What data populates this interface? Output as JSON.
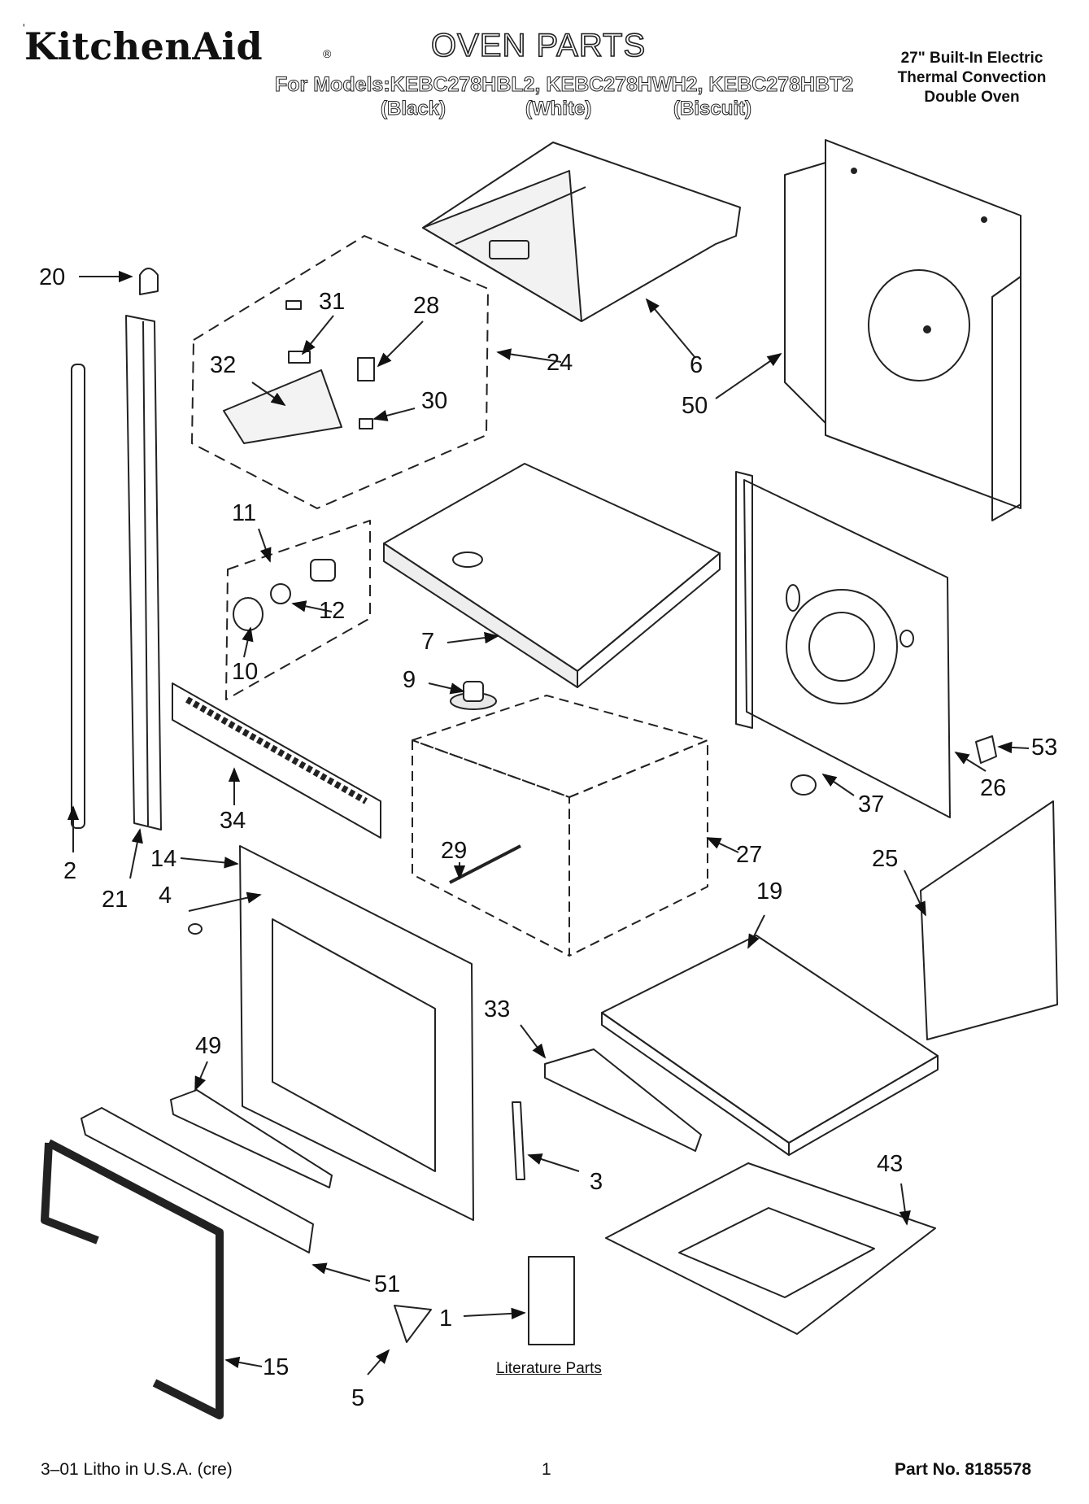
{
  "header": {
    "brand": "KitchenAid",
    "brand_symbol": "®",
    "title": "OVEN PARTS",
    "models_line": "For Models:KEBC278HBL2, KEBC278HWH2, KEBC278HBT2",
    "colors": [
      "(Black)",
      "(White)",
      "(Biscuit)"
    ],
    "description": [
      "27\" Built-In Electric",
      "Thermal Convection",
      "Double Oven"
    ]
  },
  "callouts": [
    {
      "id": "20",
      "label": "20"
    },
    {
      "id": "31",
      "label": "31"
    },
    {
      "id": "28",
      "label": "28"
    },
    {
      "id": "24",
      "label": "24"
    },
    {
      "id": "6",
      "label": "6"
    },
    {
      "id": "32",
      "label": "32"
    },
    {
      "id": "30",
      "label": "30"
    },
    {
      "id": "50",
      "label": "50"
    },
    {
      "id": "11",
      "label": "11"
    },
    {
      "id": "12",
      "label": "12"
    },
    {
      "id": "7",
      "label": "7"
    },
    {
      "id": "10",
      "label": "10"
    },
    {
      "id": "9",
      "label": "9"
    },
    {
      "id": "53",
      "label": "53"
    },
    {
      "id": "26",
      "label": "26"
    },
    {
      "id": "37",
      "label": "37"
    },
    {
      "id": "34",
      "label": "34"
    },
    {
      "id": "2",
      "label": "2"
    },
    {
      "id": "29",
      "label": "29"
    },
    {
      "id": "27",
      "label": "27"
    },
    {
      "id": "14",
      "label": "14"
    },
    {
      "id": "25",
      "label": "25"
    },
    {
      "id": "21",
      "label": "21"
    },
    {
      "id": "4",
      "label": "4"
    },
    {
      "id": "19",
      "label": "19"
    },
    {
      "id": "33",
      "label": "33"
    },
    {
      "id": "49",
      "label": "49"
    },
    {
      "id": "3",
      "label": "3"
    },
    {
      "id": "43",
      "label": "43"
    },
    {
      "id": "51",
      "label": "51"
    },
    {
      "id": "1",
      "label": "1"
    },
    {
      "id": "15",
      "label": "15"
    },
    {
      "id": "5",
      "label": "5"
    }
  ],
  "literature_label": "Literature Parts",
  "footer": {
    "litho": "3–01 Litho in U.S.A. (cre)",
    "page": "1",
    "part_no": "Part No. 8185578"
  }
}
